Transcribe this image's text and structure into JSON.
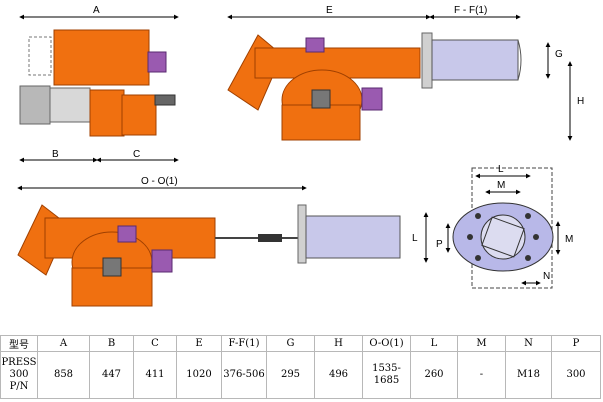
{
  "dimension_labels": {
    "A": "A",
    "B": "B",
    "C": "C",
    "E": "E",
    "F": "F - F(1)",
    "G": "G",
    "H": "H",
    "O": "O - O(1)",
    "L": "L",
    "M": "M",
    "P": "P",
    "N": "N"
  },
  "table": {
    "headers": [
      "型号",
      "A",
      "B",
      "C",
      "E",
      "F-F(1)",
      "G",
      "H",
      "O-O(1)",
      "L",
      "M",
      "N",
      "P"
    ],
    "row": [
      "PRESS 300 P/N",
      "858",
      "447",
      "411",
      "1020",
      "376-506",
      "295",
      "496",
      "1535-1685",
      "260",
      "-",
      "M18",
      "300"
    ]
  },
  "colors": {
    "burner_orange": "#f07010",
    "motor_purple": "#9a5ab0",
    "blast_tube": "#c8c8ea",
    "flange_grey": "#c0c0c0",
    "plate_fill": "#b8b8e8"
  }
}
